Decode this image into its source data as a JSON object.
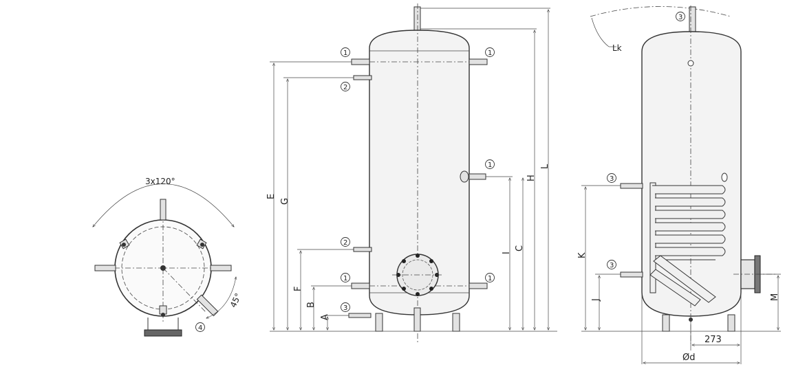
{
  "top_view": {
    "angle_label": "3x120°",
    "tilt_label": "45°",
    "port_label": "4"
  },
  "front_view": {
    "ports": [
      "1",
      "1",
      "2",
      "1",
      "2",
      "1",
      "1",
      "3"
    ],
    "dimensions": [
      "E",
      "G",
      "F",
      "B",
      "A",
      "I",
      "C",
      "H",
      "L"
    ]
  },
  "side_view": {
    "ports": [
      "3",
      "3",
      "3"
    ],
    "coil_note": "Lk",
    "dimensions": [
      "K",
      "J",
      "M"
    ],
    "offset_value": "273",
    "diameter_label": "Ød"
  }
}
